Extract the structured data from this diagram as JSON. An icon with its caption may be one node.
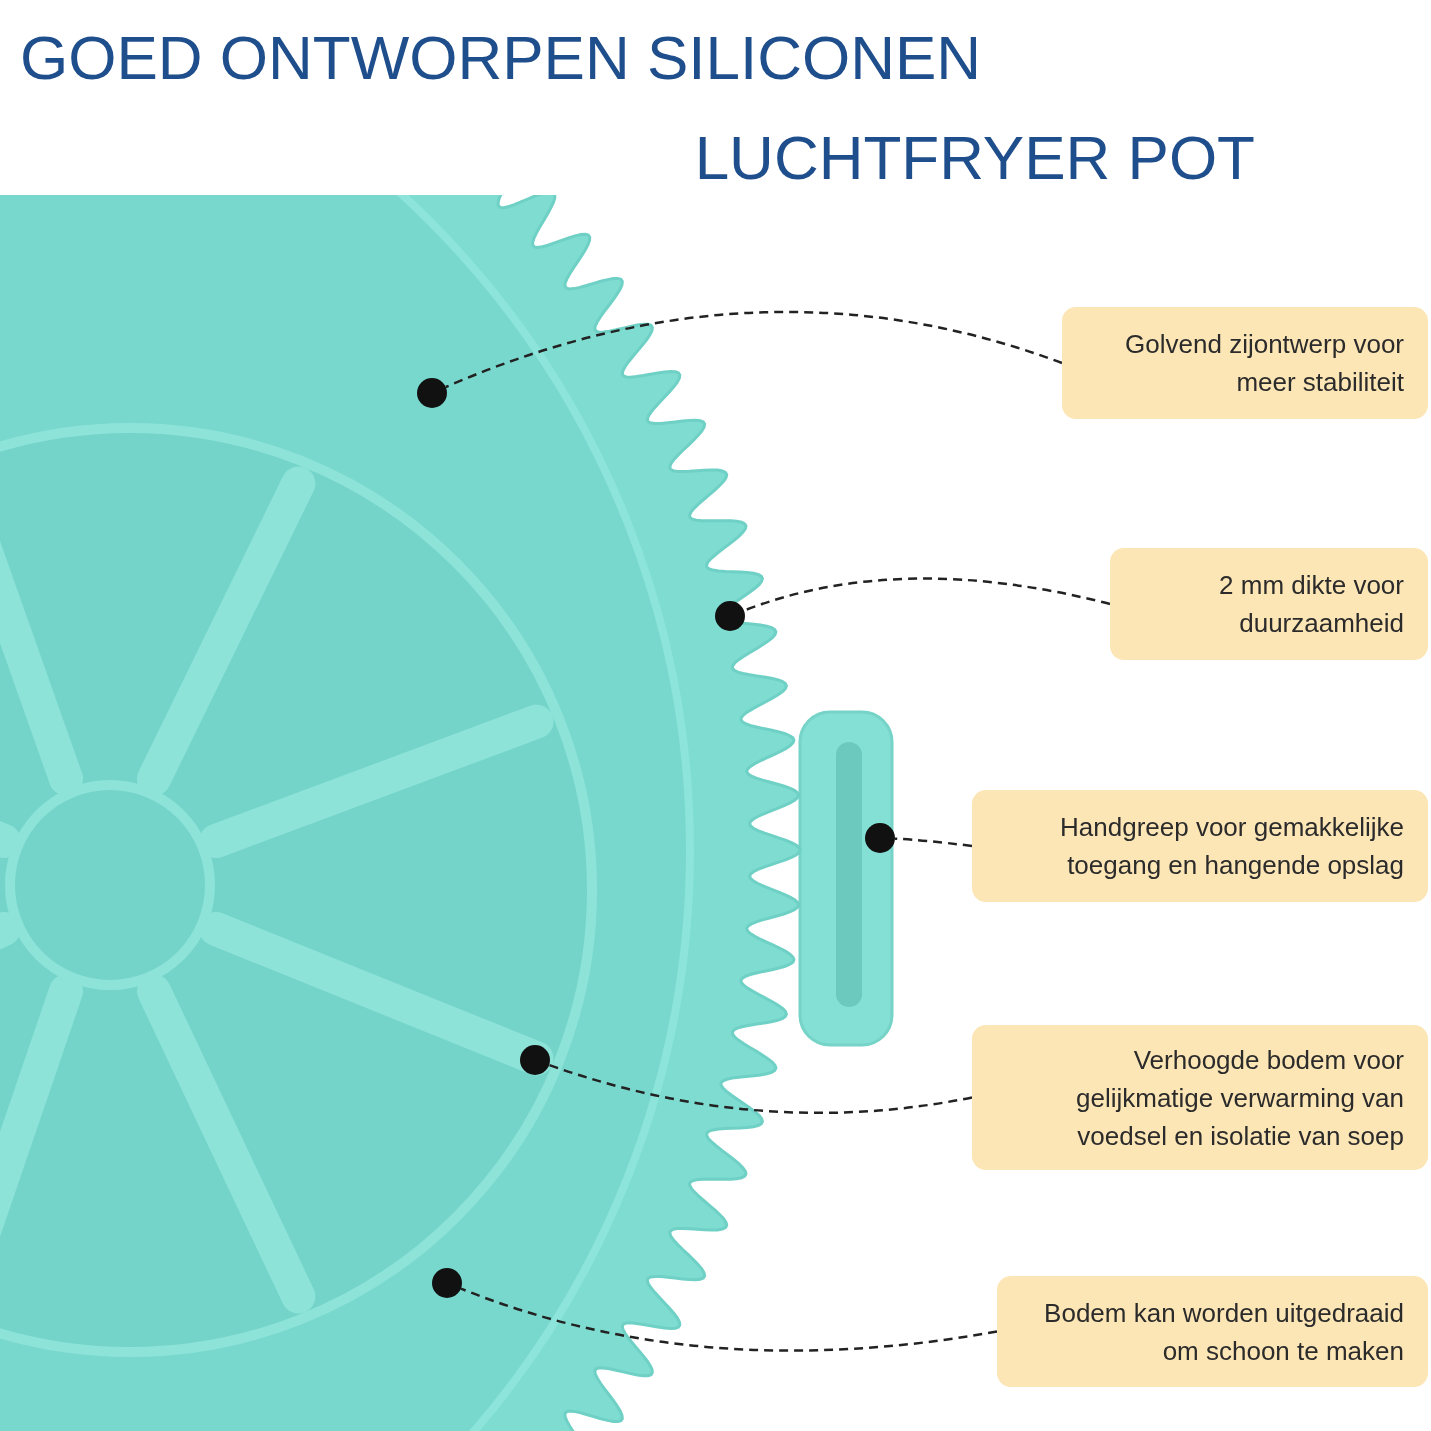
{
  "diagram": {
    "title": "GOED ONTWORPEN SILICONEN LUCHTFRYER POT",
    "nodes": [
      {
        "text": [
          "Golvend zijontwerp voor meer stabiliteit"
        ]
      },
      {
        "text": [
          "2 mm dikte voor duurzaamheid"
        ]
      },
      {
        "text": [
          "Handgreep voor gemakkelijke toegang en hangende opslag"
        ]
      },
      {
        "text": [
          "Verhoogde bodem voor gelijkmatige verwarming van voedsel en isolatie van soep"
        ]
      },
      {
        "text": [
          "Bodem kan worden uitgedraaid om schoon te maken"
        ]
      },
      {
        "text": [],
        "shape": "circle"
      },
      {
        "text": [],
        "shape": "circle"
      },
      {
        "text": [],
        "shape": "circle"
      },
      {
        "text": [],
        "shape": "circle"
      },
      {
        "text": [],
        "shape": "circle"
      }
    ],
    "edges": [
      {
        "from": 0,
        "to": 5,
        "arrow": "none",
        "style": "dashed"
      },
      {
        "from": 1,
        "to": 6,
        "arrow": "none",
        "style": "dashed"
      },
      {
        "from": 2,
        "to": 7,
        "arrow": "none",
        "style": "dashed"
      },
      {
        "from": 3,
        "to": 8,
        "arrow": "none",
        "style": "dashed"
      },
      {
        "from": 4,
        "to": 9,
        "arrow": "none",
        "style": "dashed"
      }
    ]
  }
}
